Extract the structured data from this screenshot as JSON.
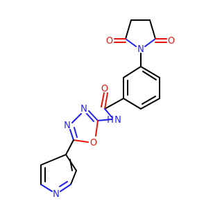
{
  "molecule": {
    "colors": {
      "carbon": "#000000",
      "nitrogen": "#1f1ff2",
      "oxygen": "#e8150f",
      "background": "#ffffff"
    },
    "atoms": {
      "imide_o_left": "O",
      "imide_o_right": "O",
      "imide_n": "N",
      "amide_o": "O",
      "amide_nh": "H",
      "amide_n": "N",
      "oxadiazole_n_upper": "N",
      "oxadiazole_n_lower": "N",
      "oxadiazole_o": "O",
      "pyridine_n": "N"
    }
  }
}
